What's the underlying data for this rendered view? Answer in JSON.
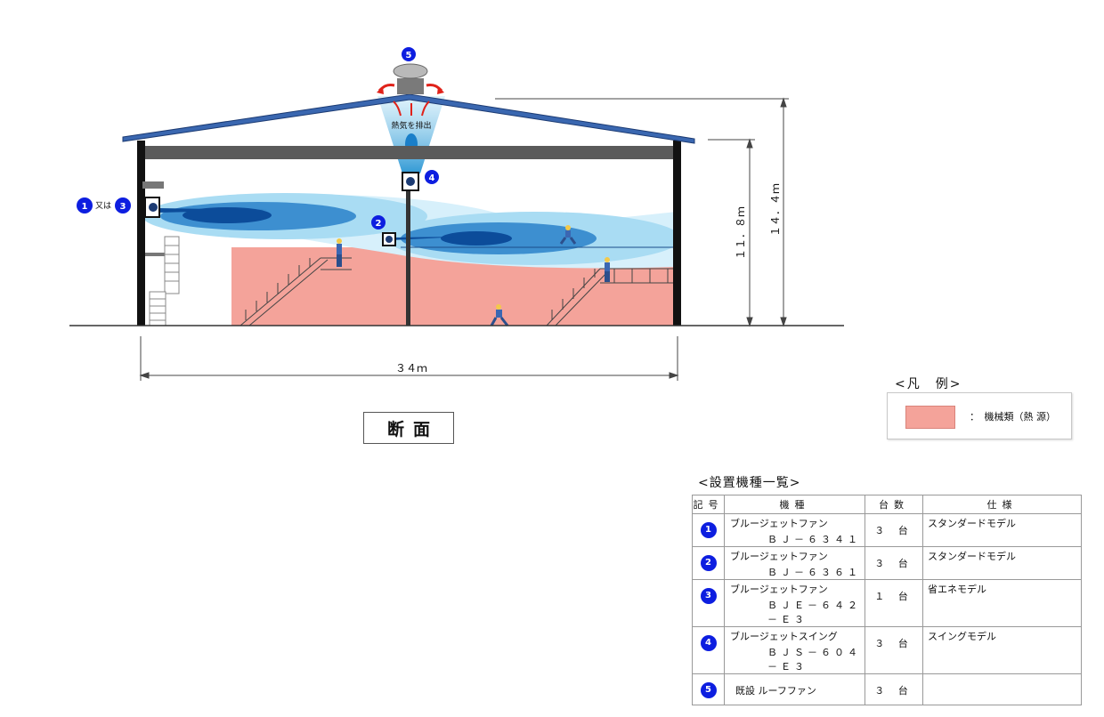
{
  "diagram": {
    "exhaust_label": "熱気を排出",
    "fan_label_conj": "又は",
    "dim_height_eave": "１１．８ｍ",
    "dim_height_ridge": "１４．４ｍ",
    "dim_width": "３４ｍ",
    "badges": [
      "1",
      "2",
      "3",
      "4",
      "5"
    ]
  },
  "section_title": "断面",
  "legend": {
    "title": "<凡　例>",
    "item_label": "：　機械類（熱 源）",
    "item_color": "#f4a39a"
  },
  "equipment_list": {
    "title": "<設置機種一覧>",
    "headers": [
      "記号",
      "機種",
      "台数",
      "仕様"
    ],
    "rows": [
      {
        "no": "1",
        "name": "ブルージェットファン",
        "code": "ＢＪ－６３４１",
        "qty": "３ 台",
        "spec": "スタンダードモデル"
      },
      {
        "no": "2",
        "name": "ブルージェットファン",
        "code": "ＢＪ－６３６１",
        "qty": "３ 台",
        "spec": "スタンダードモデル"
      },
      {
        "no": "3",
        "name": "ブルージェットファン",
        "code": "ＢＪＥ－６４２－Ｅ３",
        "qty": "１ 台",
        "spec": "省エネモデル"
      },
      {
        "no": "4",
        "name": "ブルージェットスイング",
        "code": "ＢＪＳ－６０４－Ｅ３",
        "qty": "３ 台",
        "spec": "スイングモデル"
      },
      {
        "no": "5",
        "name": "既設 ルーフファン",
        "code": "",
        "qty": "３ 台",
        "spec": ""
      }
    ]
  },
  "colors": {
    "badge": "#0d1ee0",
    "roof": "#3a67b0",
    "machinery": "#f4a39a",
    "airflow_dark": "#0c4c9a",
    "airflow_light": "#bfe6f7"
  }
}
